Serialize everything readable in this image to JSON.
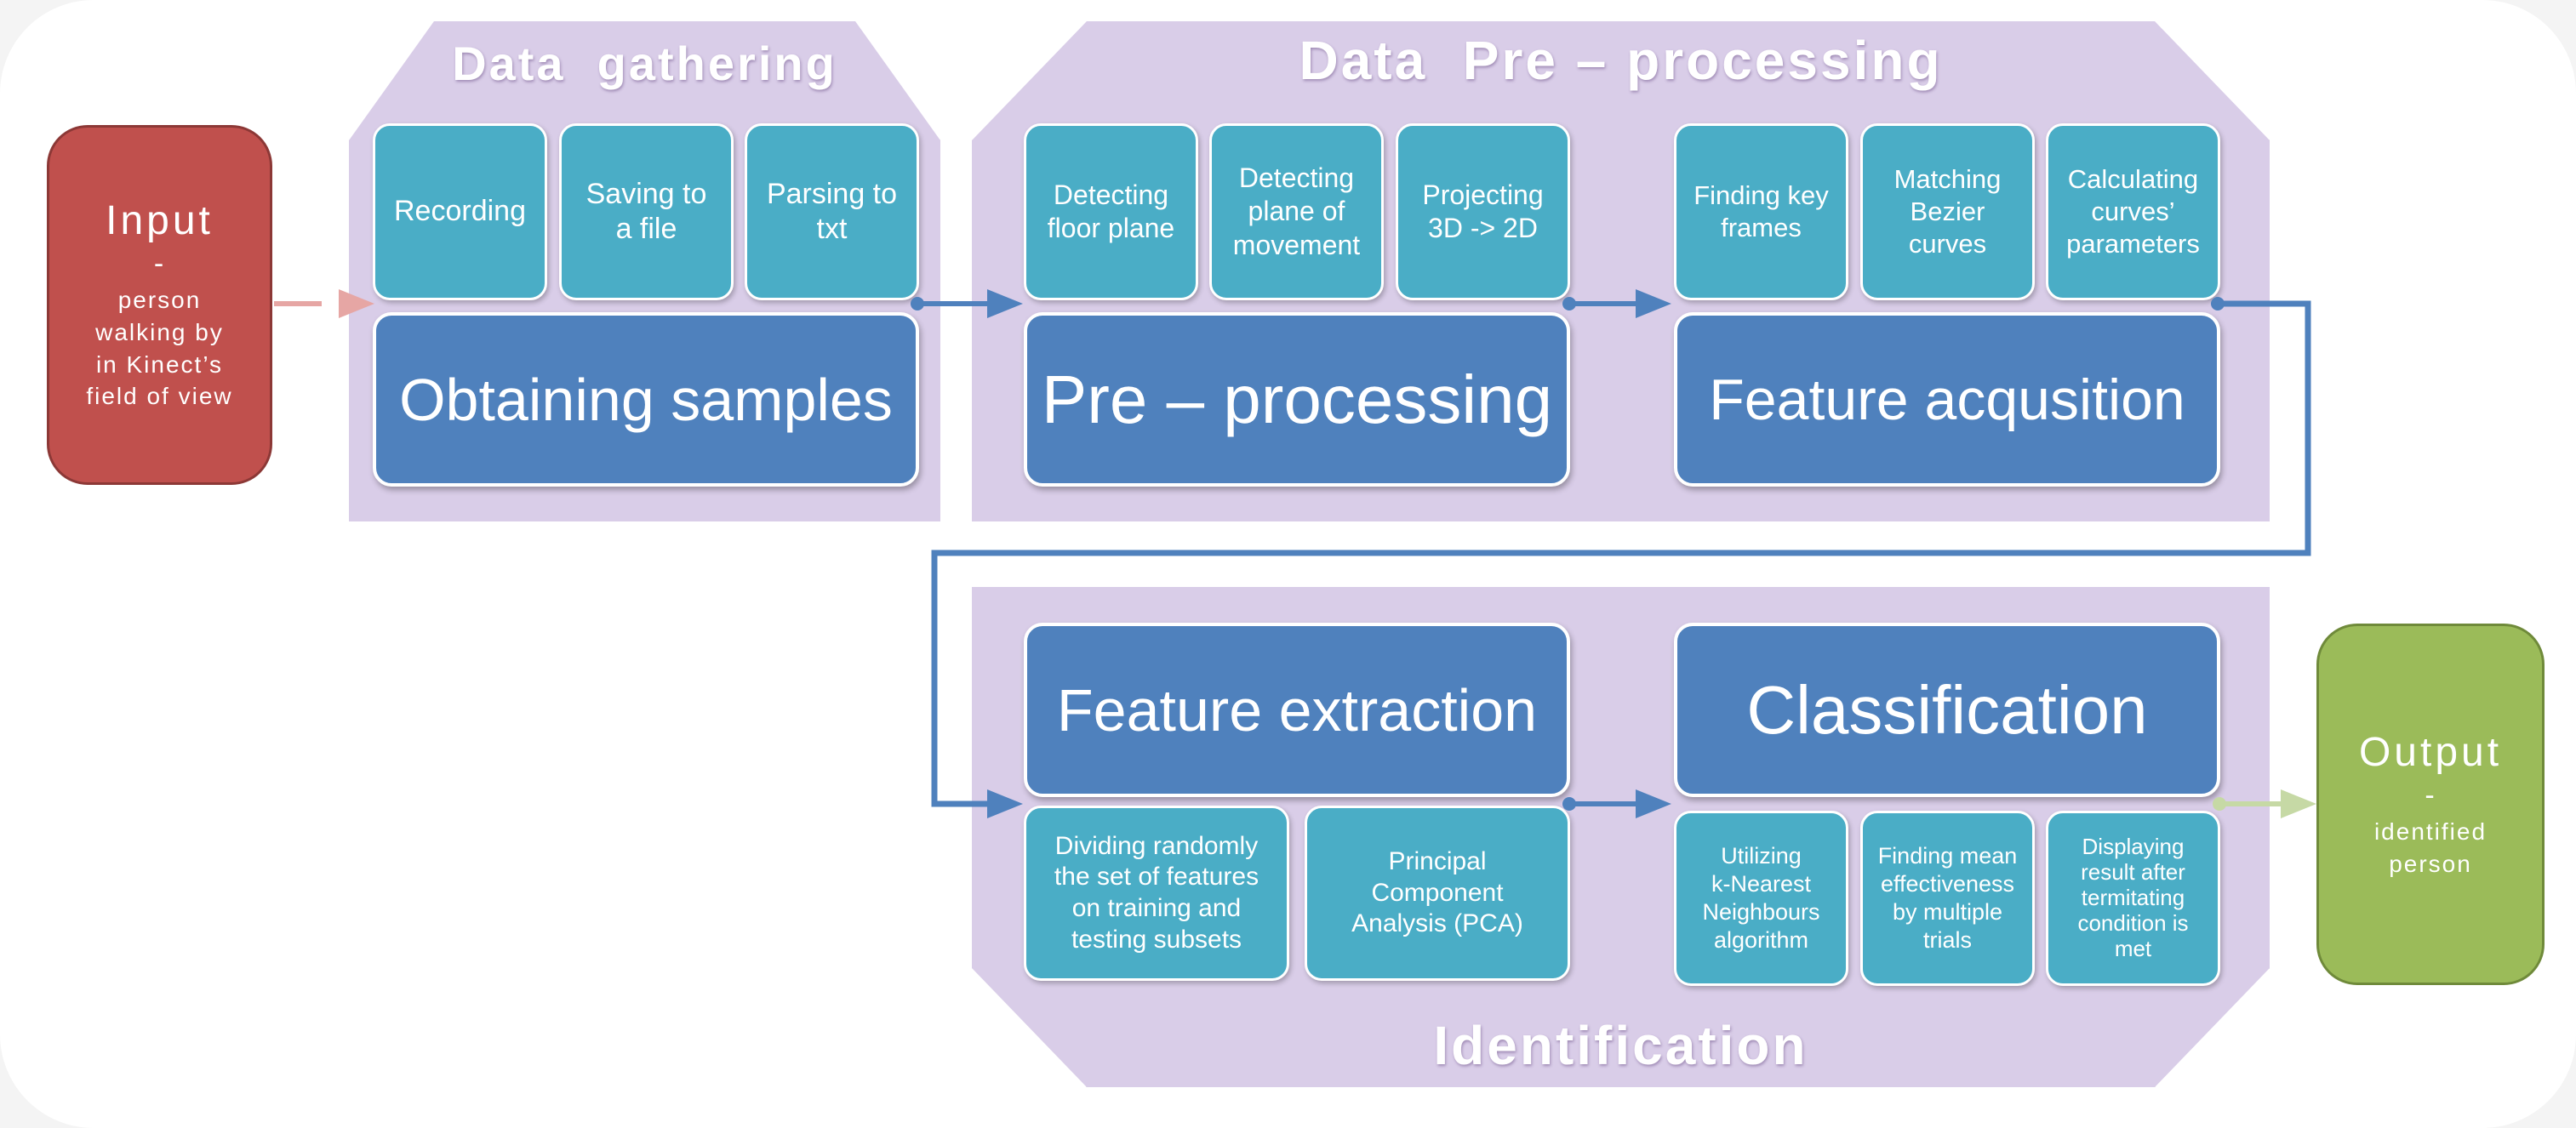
{
  "input": {
    "title": "Input",
    "dash": "-",
    "lines": [
      "person",
      "walking by",
      "in Kinect’s",
      "field of view"
    ]
  },
  "output": {
    "title": "Output",
    "dash": "-",
    "lines": [
      "identified",
      "person"
    ]
  },
  "groups": {
    "gathering": {
      "title": "Data  gathering"
    },
    "preprocessing": {
      "title": "Data  Pre – processing"
    },
    "identification": {
      "title": "Identification"
    }
  },
  "stages": {
    "obtaining": "Obtaining samples",
    "preprocessing": "Pre – processing",
    "feature_acq": "Feature acqusition",
    "feature_ext": "Feature extraction",
    "classification": "Classification"
  },
  "steps": {
    "recording": [
      "Recording"
    ],
    "saving": [
      "Saving to",
      "a file"
    ],
    "parsing": [
      "Parsing to",
      "txt"
    ],
    "detect_floor": [
      "Detecting",
      "floor plane"
    ],
    "detect_plane": [
      "Detecting",
      "plane of",
      "movement"
    ],
    "projecting": [
      "Projecting",
      "3D -> 2D"
    ],
    "key_frames": [
      "Finding key",
      "frames"
    ],
    "bezier": [
      "Matching",
      "Bezier",
      "curves"
    ],
    "curve_params": [
      "Calculating",
      "curves’",
      "parameters"
    ],
    "dividing": [
      "Dividing randomly",
      "the set of features",
      "on training and",
      "testing subsets"
    ],
    "pca": [
      "Principal",
      "Component",
      "Analysis (PCA)"
    ],
    "knn": [
      "Utilizing",
      "k-Nearest",
      "Neighbours",
      "algorithm"
    ],
    "mean_eff": [
      "Finding mean",
      "effectiveness",
      "by multiple",
      "trials"
    ],
    "display": [
      "Displaying",
      "result after",
      "termitating",
      "condition is",
      "met"
    ]
  },
  "colors": {
    "group_fill": "#d9cde8",
    "step_fill": "#4aadc6",
    "stage_fill": "#4f81bd",
    "input_fill": "#c0504d",
    "output_fill": "#9bbb59",
    "arrow": "#4f81bd"
  }
}
